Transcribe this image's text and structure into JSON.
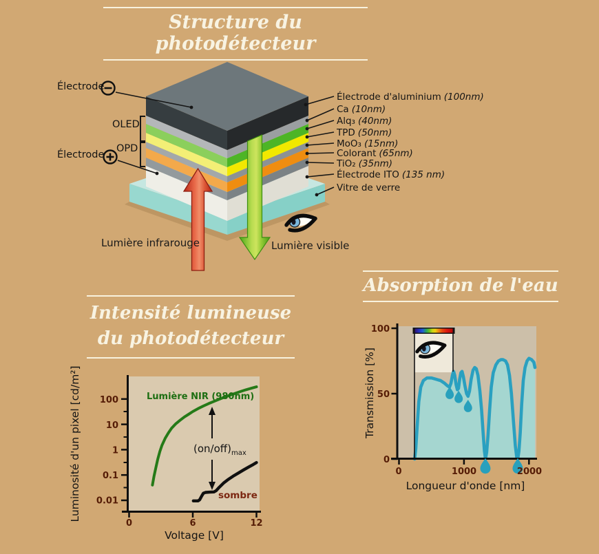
{
  "structure": {
    "title": "Structure du photodétecteur",
    "electrode_top": {
      "label": "Électrode",
      "polarity": "−"
    },
    "electrode_bottom": {
      "label": "Électrode",
      "polarity": "+"
    },
    "group_oled": "OLED",
    "group_opd": "OPD",
    "layers": [
      {
        "name": "Électrode d'aluminium",
        "size": "(100nm)"
      },
      {
        "name": "Ca",
        "size": "(10nm)"
      },
      {
        "name": "Alq₃",
        "size": "(40nm)"
      },
      {
        "name": "TPD",
        "size": "(50nm)"
      },
      {
        "name": "MoO₃",
        "size": "(15nm)"
      },
      {
        "name": "Colorant",
        "size": "(65nm)"
      },
      {
        "name": "TiO₂",
        "size": "(35nm)"
      },
      {
        "name": "Électrode ITO",
        "size": "(135 nm)"
      },
      {
        "name": "Vitre de verre",
        "size": ""
      }
    ],
    "light_in": "Lumière infrarouge",
    "light_out": "Lumière visible",
    "colors": {
      "aluminium_face": "#363d40",
      "alq3": "#4db526",
      "tpd": "#f2e800",
      "colorant": "#ef8d10",
      "ito": "#efeee7",
      "glass": "#98d8cf",
      "ir_arrow": "#d9442e",
      "visible_arrow": "#6cbe2a"
    }
  },
  "charts": {
    "luminosity": {
      "title": "Intensité lumineuse du photodétecteur",
      "ylabel": "Luminosité d'un pixel [cd/m²]",
      "xlabel": "Voltage [V]",
      "yticks": [
        "100",
        "10",
        "1",
        "0.1",
        "0.01"
      ],
      "xticks": [
        "0",
        "6",
        "12"
      ],
      "nir_label": "Lumière NIR (980nm)",
      "onoff_label": "(on/off)",
      "onoff_sub": "max",
      "dark_label": "sombre"
    },
    "absorption": {
      "title": "Absorption de l'eau",
      "ylabel": "Transmission [%]",
      "xlabel": "Longueur d'onde [nm]",
      "yticks": [
        "100",
        "50",
        "0"
      ],
      "xticks": [
        "0",
        "1000",
        "2000"
      ]
    }
  },
  "chart_data": [
    {
      "type": "line",
      "title": "Intensité lumineuse du photodétecteur",
      "xlabel": "Voltage [V]",
      "ylabel": "Luminosité d'un pixel [cd/m²]",
      "yscale": "log",
      "xlim": [
        0,
        12.3
      ],
      "ylim": [
        0.004,
        900
      ],
      "xticks": [
        0,
        6,
        12
      ],
      "yticks": [
        100,
        10,
        1,
        0.1,
        0.01
      ],
      "grid": false,
      "annotation": "(on/off)max",
      "series": [
        {
          "name": "Lumière NIR (980nm)",
          "color": "#257a18",
          "points": [
            [
              2.2,
              0.04
            ],
            [
              2.35,
              0.09
            ],
            [
              2.5,
              0.18
            ],
            [
              2.7,
              0.42
            ],
            [
              2.9,
              0.85
            ],
            [
              3.1,
              1.5
            ],
            [
              3.4,
              2.8
            ],
            [
              3.7,
              4.6
            ],
            [
              4,
              7
            ],
            [
              4.4,
              10.5
            ],
            [
              4.8,
              14.5
            ],
            [
              5.2,
              19.5
            ],
            [
              5.6,
              25
            ],
            [
              6,
              32
            ],
            [
              6.5,
              42
            ],
            [
              7,
              53
            ],
            [
              7.5,
              66
            ],
            [
              8,
              81
            ],
            [
              8.5,
              99
            ],
            [
              9,
              119
            ],
            [
              9.5,
              142
            ],
            [
              10,
              168
            ],
            [
              10.5,
              198
            ],
            [
              11,
              231
            ],
            [
              11.5,
              266
            ],
            [
              12,
              302
            ]
          ]
        },
        {
          "name": "sombre",
          "color": "#101010",
          "points": [
            [
              6.05,
              0.0095
            ],
            [
              6.5,
              0.0095
            ],
            [
              6.65,
              0.0105
            ],
            [
              6.85,
              0.015
            ],
            [
              7.0,
              0.019
            ],
            [
              7.2,
              0.0205
            ],
            [
              7.6,
              0.021
            ],
            [
              8.0,
              0.0215
            ],
            [
              8.2,
              0.024
            ],
            [
              8.5,
              0.033
            ],
            [
              8.9,
              0.048
            ],
            [
              9.3,
              0.065
            ],
            [
              9.8,
              0.09
            ],
            [
              10.3,
              0.12
            ],
            [
              10.8,
              0.16
            ],
            [
              11.3,
              0.21
            ],
            [
              11.7,
              0.26
            ],
            [
              12,
              0.31
            ]
          ]
        }
      ]
    },
    {
      "type": "area",
      "title": "Absorption de l'eau",
      "xlabel": "Longueur d'onde [nm]",
      "ylabel": "Transmission [%]",
      "xlim": [
        0,
        2150
      ],
      "ylim": [
        0,
        100
      ],
      "xticks": [
        0,
        1000,
        2000
      ],
      "yticks": [
        0,
        50,
        100
      ],
      "grid": false,
      "visible_band_nm": [
        240,
        840
      ],
      "series": [
        {
          "name": "Transmission de l'eau",
          "color": "#2aa0c0",
          "fill": "#a5d6d0",
          "points": [
            [
              240,
              0
            ],
            [
              258,
              8
            ],
            [
              280,
              25
            ],
            [
              305,
              44
            ],
            [
              335,
              55
            ],
            [
              375,
              60
            ],
            [
              430,
              62
            ],
            [
              500,
              62
            ],
            [
              570,
              61
            ],
            [
              640,
              60
            ],
            [
              700,
              58
            ],
            [
              745,
              56
            ],
            [
              778,
              55
            ],
            [
              800,
              58
            ],
            [
              822,
              64
            ],
            [
              840,
              67
            ],
            [
              858,
              64
            ],
            [
              878,
              57
            ],
            [
              898,
              53
            ],
            [
              915,
              54
            ],
            [
              933,
              61
            ],
            [
              952,
              66
            ],
            [
              970,
              67
            ],
            [
              990,
              63
            ],
            [
              1015,
              56
            ],
            [
              1040,
              50
            ],
            [
              1062,
              48
            ],
            [
              1085,
              52
            ],
            [
              1110,
              61
            ],
            [
              1140,
              68
            ],
            [
              1165,
              70
            ],
            [
              1190,
              69
            ],
            [
              1215,
              64
            ],
            [
              1245,
              52
            ],
            [
              1270,
              38
            ],
            [
              1295,
              20
            ],
            [
              1315,
              6
            ],
            [
              1330,
              0
            ],
            [
              1348,
              5
            ],
            [
              1370,
              18
            ],
            [
              1395,
              38
            ],
            [
              1420,
              55
            ],
            [
              1450,
              66
            ],
            [
              1490,
              72
            ],
            [
              1530,
              75
            ],
            [
              1570,
              76
            ],
            [
              1600,
              76
            ],
            [
              1640,
              75
            ],
            [
              1670,
              72
            ],
            [
              1700,
              64
            ],
            [
              1730,
              50
            ],
            [
              1760,
              30
            ],
            [
              1790,
              10
            ],
            [
              1812,
              1
            ],
            [
              1827,
              0
            ],
            [
              1845,
              6
            ],
            [
              1865,
              20
            ],
            [
              1888,
              42
            ],
            [
              1912,
              60
            ],
            [
              1940,
              70
            ],
            [
              1970,
              75
            ],
            [
              2000,
              77
            ],
            [
              2040,
              76
            ],
            [
              2075,
              74
            ],
            [
              2092,
              70
            ]
          ]
        }
      ],
      "droplets": {
        "above_curve": [
          [
            780,
            51
          ],
          [
            918,
            48
          ],
          [
            1062,
            41
          ]
        ],
        "below_axis_nm": [
          1329,
          1827
        ]
      }
    }
  ]
}
